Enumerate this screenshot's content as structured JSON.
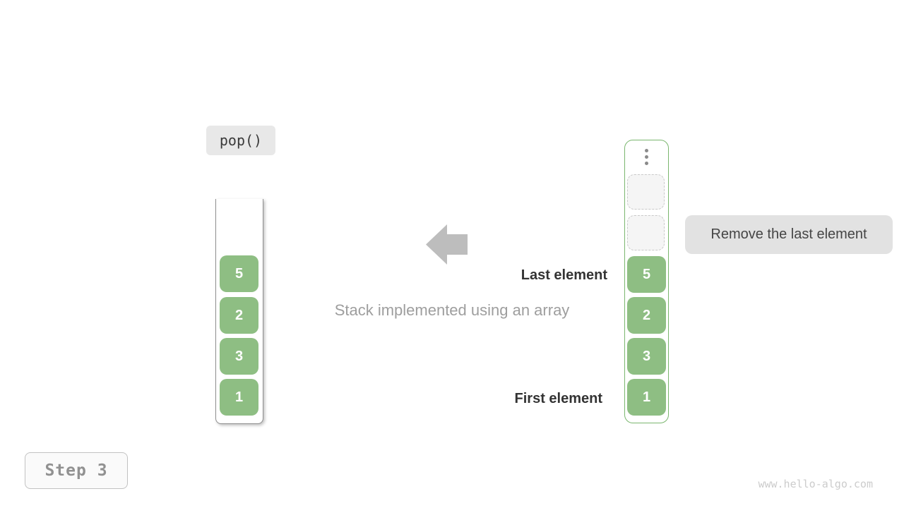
{
  "operation_badge": {
    "label": "pop()"
  },
  "step_badge": {
    "label": "Step 3"
  },
  "caption": "Stack implemented using an array",
  "labels": {
    "last_element": "Last element",
    "first_element": "First element"
  },
  "tooltip": {
    "label": "Remove the last element"
  },
  "left_stack": {
    "cells": [
      "5",
      "2",
      "3",
      "1"
    ]
  },
  "right_stack": {
    "ellipsis_icon": "vertical-ellipsis",
    "empty_slots": 2,
    "cells": [
      "5",
      "2",
      "3",
      "1"
    ]
  },
  "watermark": "www.hello-algo.com",
  "colors": {
    "cell_green": "#8ebe83",
    "stack_border_green": "#7ab66e",
    "arrow_gray": "#bdbdbd",
    "badge_gray": "#e8e8e8",
    "tooltip_gray": "#e2e2e2",
    "caption_gray": "#9e9e9e",
    "dark_text": "#333333"
  }
}
